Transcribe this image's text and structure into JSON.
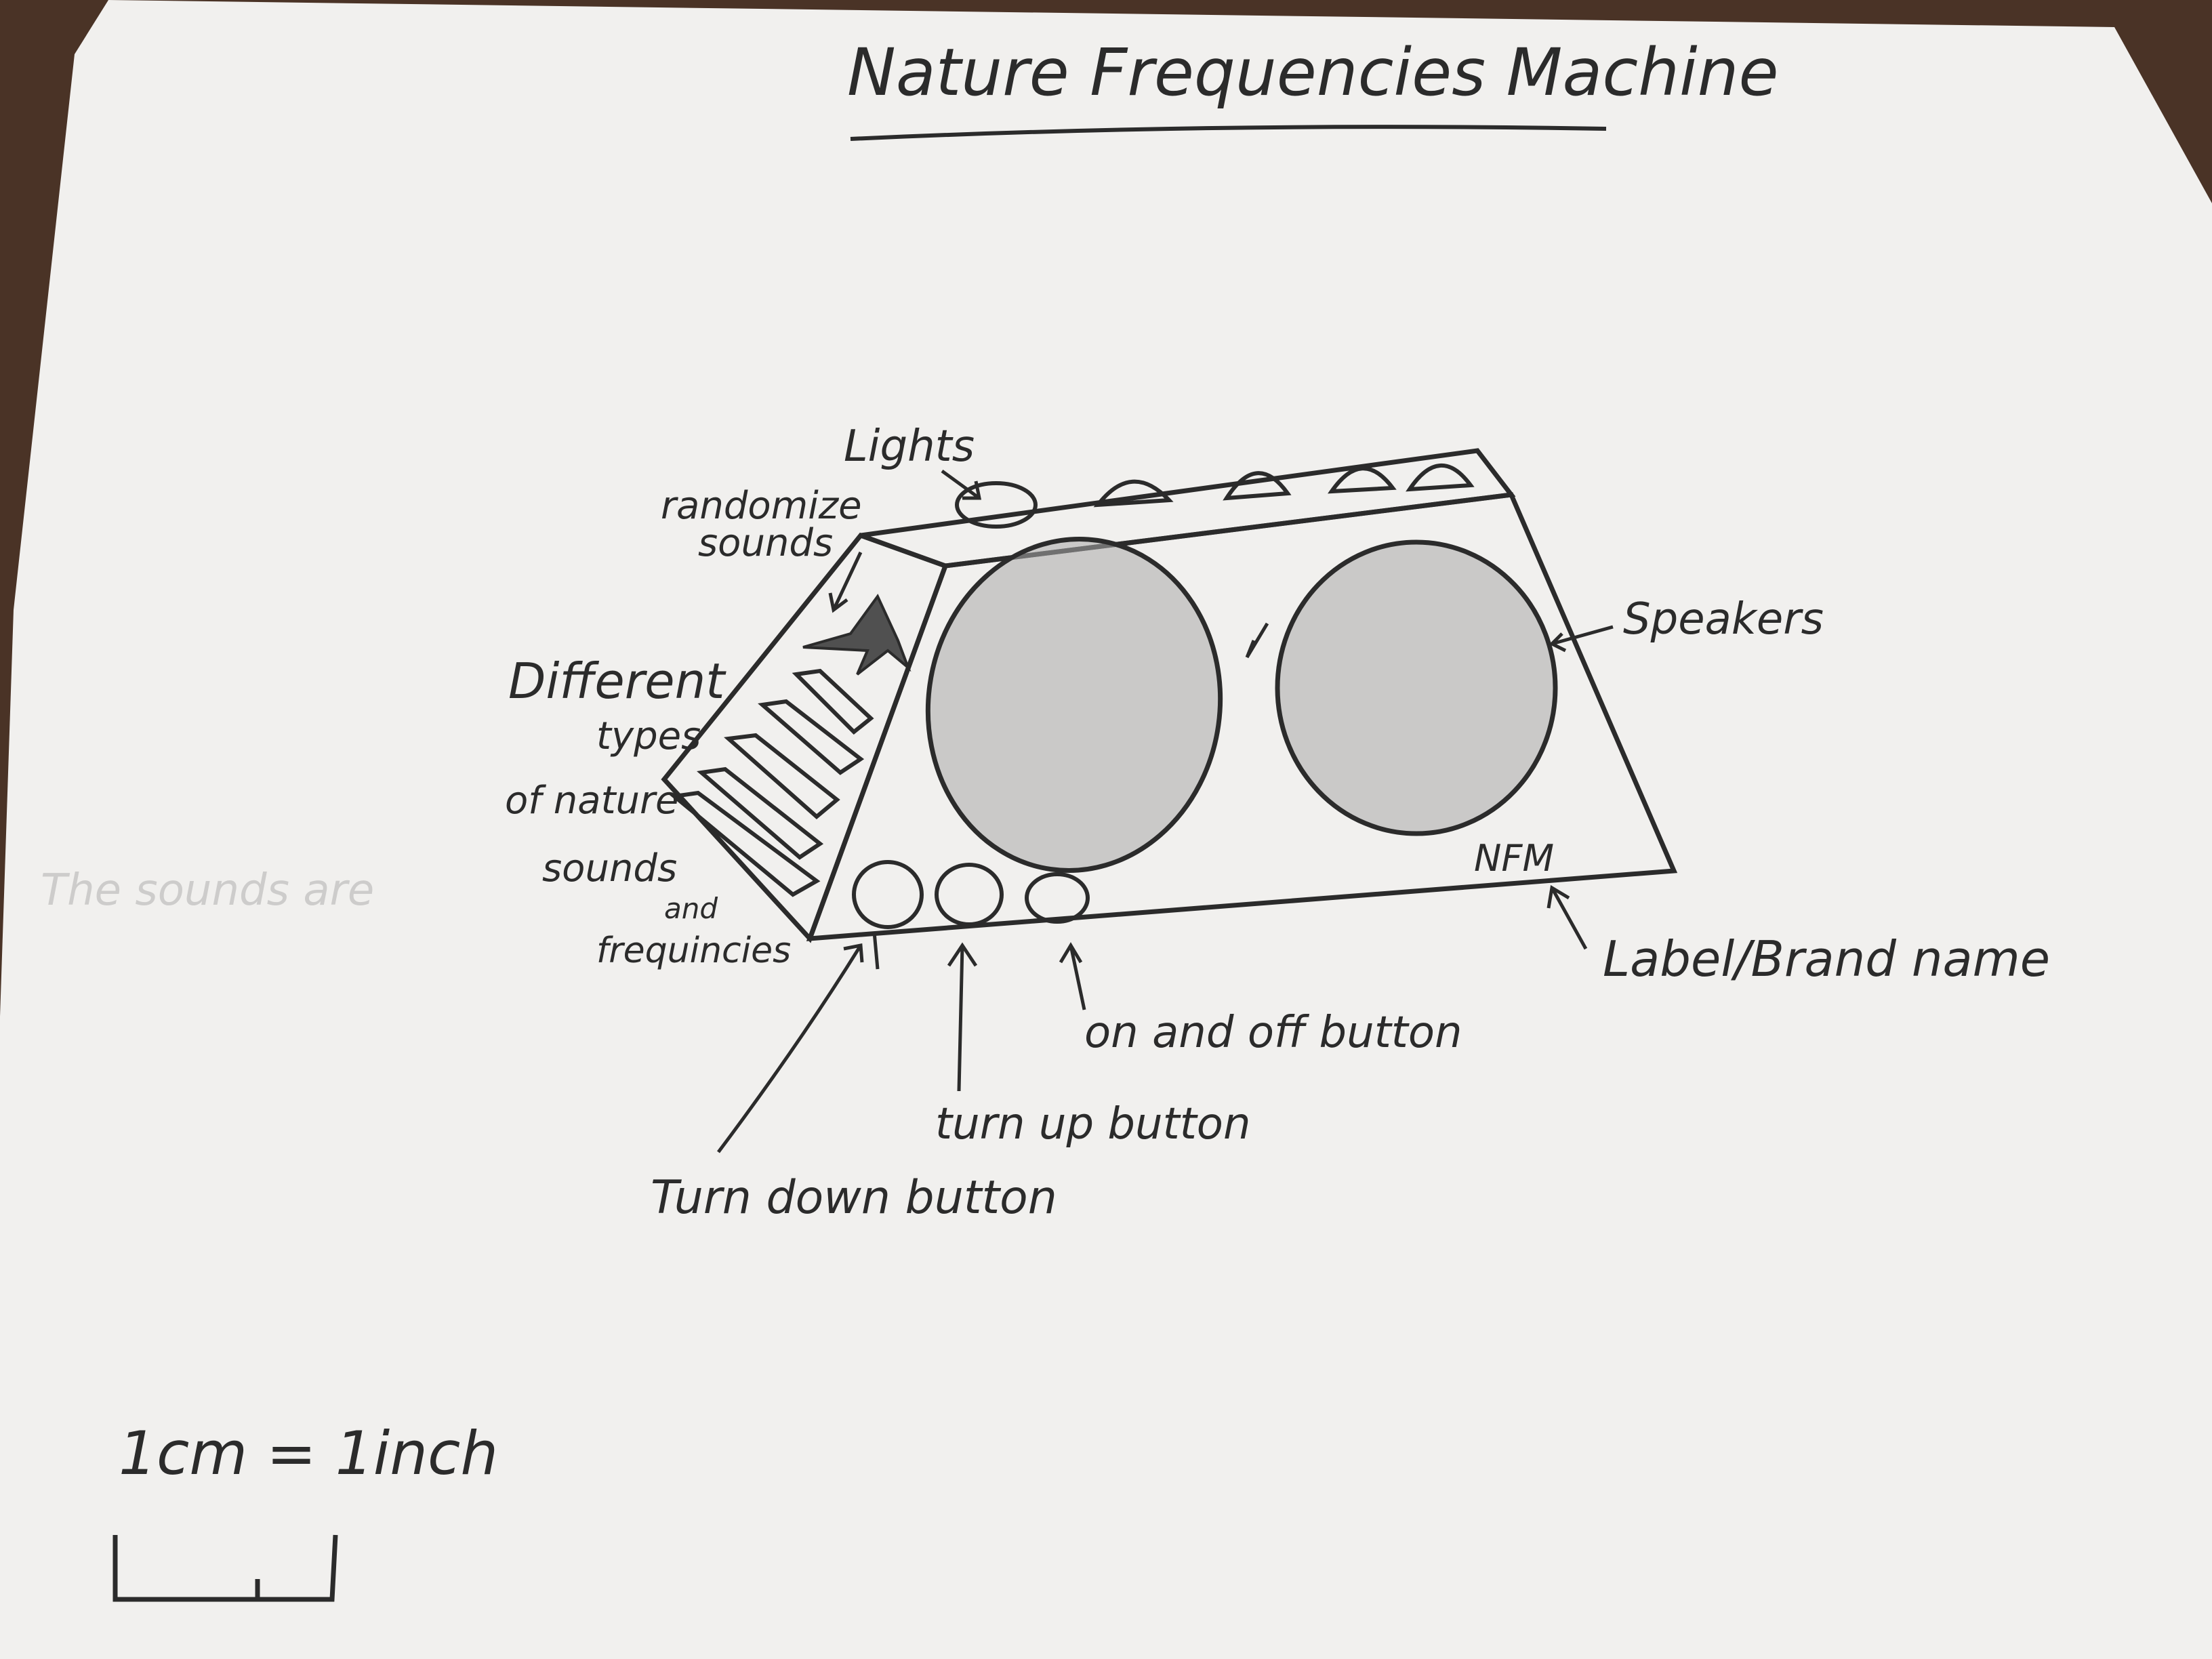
{
  "diagram": {
    "title": "Nature Frequencies Machine",
    "labels": {
      "lights": "Lights",
      "randomize_sounds_1": "randomize",
      "randomize_sounds_2": "sounds",
      "different_types_1": "Different",
      "different_types_2": "types",
      "different_types_3": "of nature",
      "different_types_4": "sounds",
      "different_types_5": "and",
      "different_types_6": "frequincies",
      "speakers": "Speakers",
      "label_brand_name": "Label/Brand name",
      "brand_on_device": "NFM",
      "on_off_button": "on and off button",
      "turn_up_button": "turn up button",
      "turn_down_button": "Turn down button",
      "faded_note": "The sounds are"
    },
    "scale": {
      "text": "1cm = 1inch"
    }
  },
  "colors": {
    "desk": "#4a3326",
    "paper": "#f1f0ee",
    "ink": "#2b2b2b",
    "shading": "#a9a9a9",
    "star": "#505050"
  }
}
